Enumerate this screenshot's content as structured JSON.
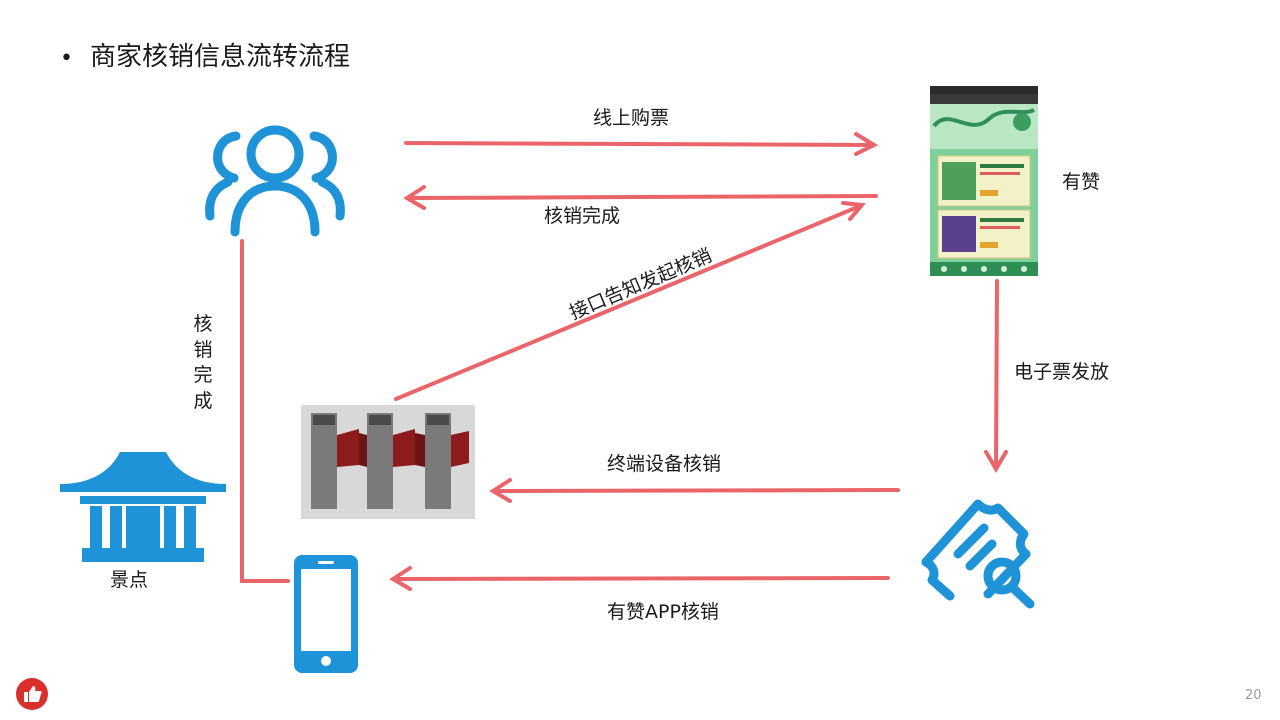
{
  "title": {
    "bullet": "•",
    "text": "商家核销信息流转流程"
  },
  "labels": {
    "online_purchase": "线上购票",
    "verify_done": "核销完成",
    "interface_notify": "接口告知发起核销",
    "eticket_issue": "电子票发放",
    "terminal_verify": "终端设备核销",
    "app_verify": "有赞APP核销",
    "verify_done_vertical": "核销完成"
  },
  "nodes": {
    "youzan": "有赞",
    "scenic": "景点"
  },
  "page_number": "20",
  "colors": {
    "arrow": "#e8545a",
    "icon_blue": "#1f93d8",
    "logo_red": "#d9302b"
  },
  "icons": [
    "users-icon",
    "temple-icon",
    "phone-icon",
    "ticket-search-icon",
    "turnstile-gates",
    "app-screenshot",
    "thumbs-up-logo"
  ]
}
